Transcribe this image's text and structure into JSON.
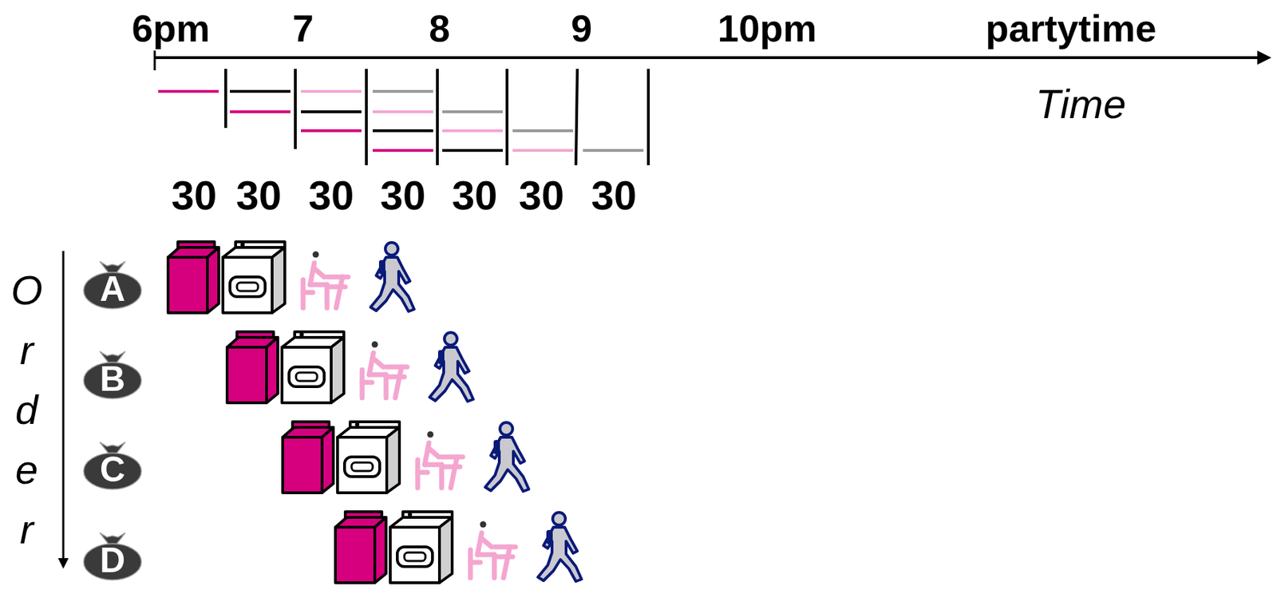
{
  "diagram": {
    "nodes": [
      {
        "text": [
          "A"
        ]
      },
      {
        "text": [
          "B"
        ]
      },
      {
        "text": [
          "C"
        ]
      },
      {
        "text": [
          "D"
        ]
      }
    ],
    "labels": [
      "6pm",
      "7",
      "8",
      "9",
      "10pm",
      "partytime",
      "Time",
      "30",
      "30",
      "30",
      "30",
      "30",
      "30",
      "30",
      "Order"
    ]
  }
}
